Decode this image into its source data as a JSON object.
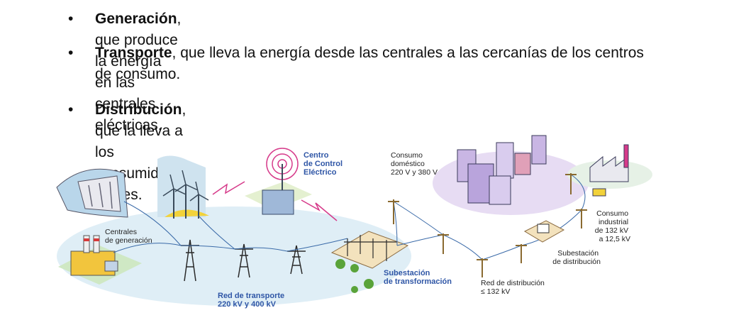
{
  "bullets": [
    {
      "marker": "•",
      "term": "Generación",
      "rest": ", que produce la energía en las centrales eléctricas."
    },
    {
      "marker": "•",
      "term": "Transporte",
      "rest_line1": ", que lleva la energía desde las centrales a las cercanías de los centros",
      "rest_line2": "de consumo."
    },
    {
      "marker": "•",
      "term": "Distribución",
      "rest": ", que la lleva a los consumidores finales."
    }
  ],
  "diagram": {
    "centro_control": [
      "Centro",
      "de Control",
      "Eléctrico"
    ],
    "consumo_domestico": [
      "Consumo",
      "doméstico",
      "220 V y 380 V"
    ],
    "centrales": [
      "Centrales",
      "de generación"
    ],
    "consumo_industrial": [
      "Consumo",
      "industrial",
      "de 132 kV",
      "a 12,5 kV"
    ],
    "subestacion_distribucion": [
      "Subestación",
      "de distribución"
    ],
    "subestacion_transformacion": [
      "Subestación",
      "de transformación"
    ],
    "red_distribucion": [
      "Red de distribución",
      "≤ 132 kV"
    ],
    "red_transporte": [
      "Red de transporte",
      "220 kV y 400 kV"
    ],
    "colors": {
      "label_blue": "#2f56a6",
      "magenta": "#d63a8a",
      "building_purple": "#c9b6e4"
    }
  }
}
